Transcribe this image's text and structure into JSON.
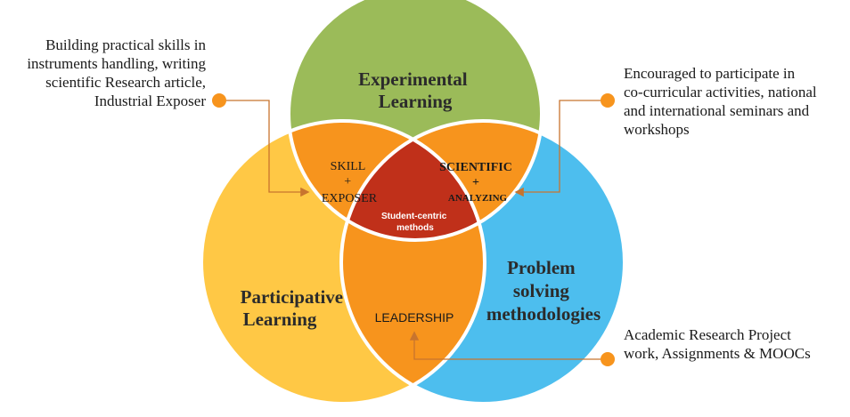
{
  "circles": {
    "top": {
      "title_lines": [
        "Experimental",
        "Learning"
      ],
      "color": "#9BBB59"
    },
    "left": {
      "title_lines": [
        "Participative",
        "Learning"
      ],
      "color": "#FFC845"
    },
    "right": {
      "title_lines": [
        "Problem",
        "solving",
        "methodologies"
      ],
      "color": "#4DBEEE"
    }
  },
  "overlaps": {
    "top_left": {
      "lines": [
        "SKILL",
        "+",
        "EXPOSER"
      ],
      "color": "#F7941D"
    },
    "top_right": {
      "lines": [
        "SCIENTIFIC",
        "+",
        "ANALYZING"
      ],
      "color": "#F7941D"
    },
    "bottom": {
      "label": "LEADERSHIP",
      "color": "#F7941D"
    },
    "center": {
      "lines": [
        "Student-centric",
        "methods"
      ],
      "color": "#C0301A"
    }
  },
  "notes": {
    "top_left": {
      "lines": [
        "Building practical skills in",
        "instruments handling, writing",
        "scientific Research article,",
        "Industrial Exposer"
      ]
    },
    "top_right": {
      "lines": [
        "Encouraged to participate in",
        "co-curricular activities, national",
        "and international seminars and",
        "workshops"
      ]
    },
    "bottom_right": {
      "lines": [
        "Academic Research Project",
        "work, Assignments & MOOCs"
      ]
    }
  },
  "connector_color": "#C8742E",
  "dot_color": "#F7941D"
}
